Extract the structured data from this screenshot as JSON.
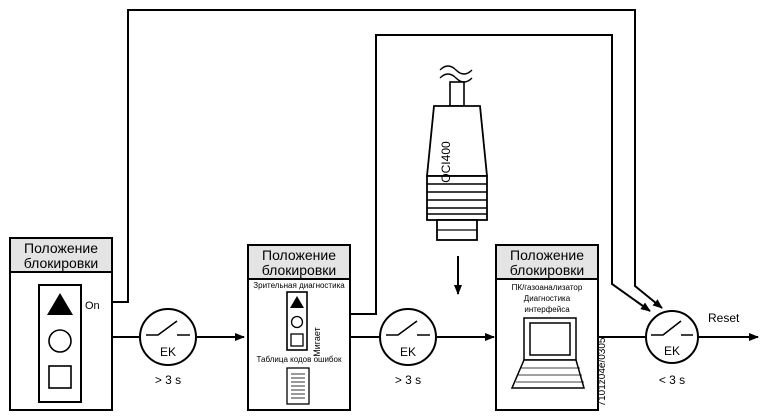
{
  "panels": [
    {
      "title_line1": "Положение",
      "title_line2": "блокировки",
      "indicator_label": "On"
    },
    {
      "title_line1": "Положение",
      "title_line2": "блокировки",
      "visual_diag_label": "Зрительная диагностика",
      "blink_label": "Мигает",
      "error_table_label": "Таблица кодов ошибок"
    },
    {
      "title_line1": "Положение",
      "title_line2": "блокировки",
      "pc_line1": "ПК/газоанализатор",
      "pc_line2": "Диагностика",
      "pc_line3": "интерфейса"
    }
  ],
  "switches": [
    {
      "label": "EK",
      "time": "> 3 s"
    },
    {
      "label": "EK",
      "time": "> 3 s"
    },
    {
      "label": "EK",
      "time": "< 3 s"
    }
  ],
  "adapter_label": "OCI400",
  "output_label": "Reset",
  "doc_code": "7101z04e/0305",
  "colors": {
    "line": "#000000",
    "panel_header": "#e4e4e4",
    "background": "#ffffff"
  }
}
